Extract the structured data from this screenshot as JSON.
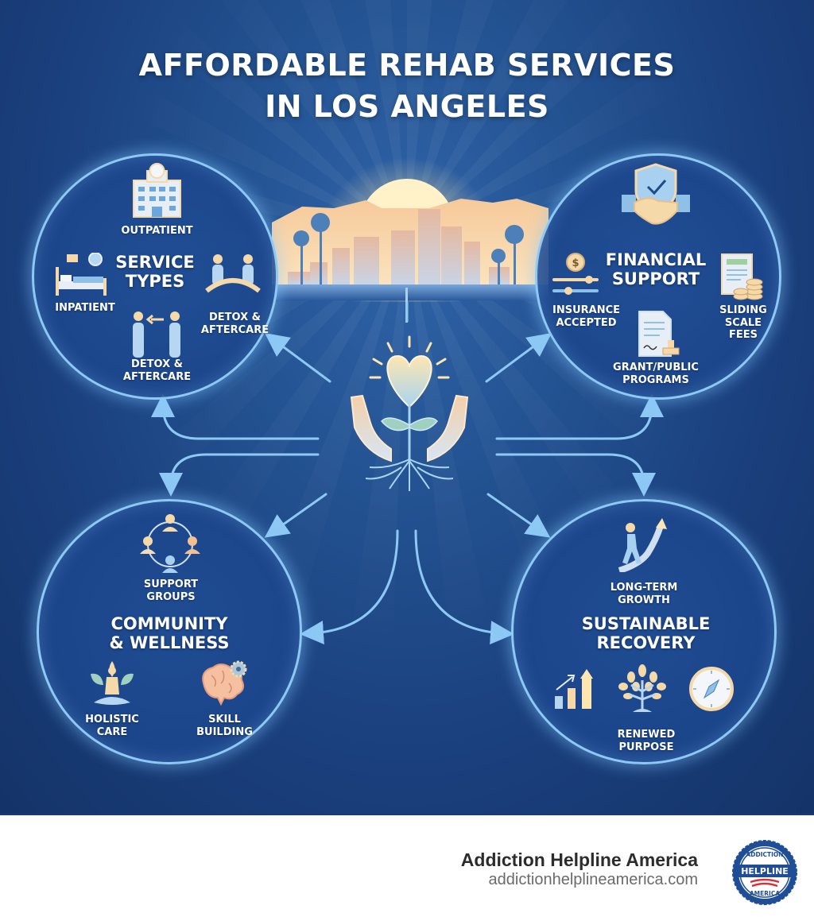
{
  "title": {
    "line1": "AFFORDABLE REHAB SERVICES",
    "line2": "IN LOS ANGELES"
  },
  "colors": {
    "background_dark": "#143368",
    "background_mid": "#2f64a8",
    "circle_border": "#8ec9f5",
    "arrow": "#8ec9f5",
    "accent_warm": "#f5d9a8",
    "text": "#ffffff",
    "footer_bg": "#ffffff",
    "footer_brand": "#2c2c2c",
    "footer_url": "#6a6a6a"
  },
  "center": {
    "icon": "heart-hands-roots-icon",
    "skyline": "los-angeles-skyline-sunrise"
  },
  "sections": {
    "service_types": {
      "title_line1": "SERVICE",
      "title_line2": "TYPES",
      "items": [
        {
          "label": "OUTPATIENT",
          "icon": "hospital-building-icon"
        },
        {
          "label": "INPATIENT",
          "icon": "bed-clock-icon"
        },
        {
          "label_line1": "DETOX &",
          "label_line2": "AFTERCARE",
          "icon": "bridge-people-icon"
        },
        {
          "label_line1": "DETOX &",
          "label_line2": "AFTERCARE",
          "icon": "handoff-people-icon"
        }
      ]
    },
    "financial_support": {
      "title_line1": "FINANCIAL",
      "title_line2": "SUPPORT",
      "items": [
        {
          "label": "",
          "icon": "shield-handshake-icon"
        },
        {
          "label_line1": "INSURANCE",
          "label_line2": "ACCEPTED",
          "icon": "coin-slider-icon"
        },
        {
          "label_line1": "SLIDING",
          "label_line2": "SCALE",
          "label_line3": "FEES",
          "icon": "bill-coins-icon"
        },
        {
          "label_line1": "GRANT/PUBLIC",
          "label_line2": "PROGRAMS",
          "icon": "document-stamp-icon"
        }
      ]
    },
    "community_wellness": {
      "title_line1": "COMMUNITY",
      "title_line2": "& WELLNESS",
      "items": [
        {
          "label_line1": "SUPPORT",
          "label_line2": "GROUPS",
          "icon": "group-circle-icon"
        },
        {
          "label_line1": "HOLISTIC",
          "label_line2": "CARE",
          "icon": "meditation-icon"
        },
        {
          "label_line1": "SKILL",
          "label_line2": "BUILDING",
          "icon": "brain-gear-icon"
        }
      ]
    },
    "sustainable_recovery": {
      "title_line1": "SUSTAINABLE",
      "title_line2": "RECOVERY",
      "items": [
        {
          "label_line1": "LONG-TERM",
          "label_line2": "GROWTH",
          "icon": "walking-uphill-icon"
        },
        {
          "label": "",
          "icon": "bar-chart-growth-icon"
        },
        {
          "label_line1": "RENEWED",
          "label_line2": "PURPOSE",
          "icon": "tree-icon"
        },
        {
          "label": "",
          "icon": "compass-icon"
        }
      ]
    }
  },
  "footer": {
    "brand": "Addiction Helpline America",
    "url": "addictionhelplineamerica.com",
    "seal_top": "ADDICTION",
    "seal_mid": "HELPLINE",
    "seal_bottom": "AMERICA"
  }
}
